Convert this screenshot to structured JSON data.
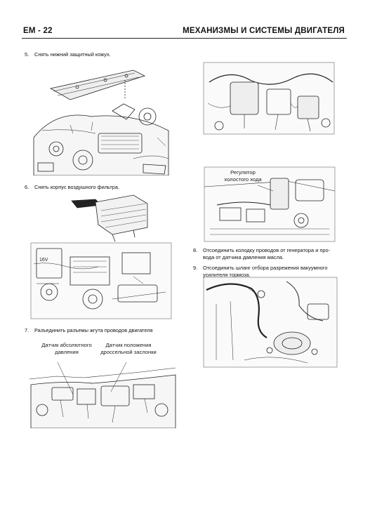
{
  "header": {
    "page_code": "EM - 22",
    "section_title": "МЕХАНИЗМЫ И СИСТЕМЫ ДВИГАТЕЛЯ"
  },
  "steps": [
    {
      "num": "5.",
      "text": "Снять нижний защитный кожух."
    },
    {
      "num": "6.",
      "text": "Снять корпус воздушного фильтра."
    },
    {
      "num": "7.",
      "text": "Разъединить разъемы жгута проводов двигателя"
    },
    {
      "num": "8.",
      "line1": "Отсоединить колодку проводов от генератора и про-",
      "line2": "вода от датчика давления масла."
    },
    {
      "num": "9.",
      "line1": "Отсоединить шланг отбора разрежения вакуумного",
      "line2": "усилителя тормоза."
    }
  ],
  "callouts": {
    "map_sensor": {
      "line1": "Датчик абсолютного",
      "line2": "давления"
    },
    "tps_sensor": {
      "line1": "Датчик положения",
      "line2": "дроссельной заслонки"
    },
    "idle_regulator": {
      "line1": "Регулятор",
      "line2": "холостого хода"
    }
  },
  "figures": [
    "lower-cover-figure",
    "air-filter-figure",
    "engine-harness-figure",
    "connector-closeup-figure",
    "idle-regulator-figure",
    "vacuum-hose-figure"
  ]
}
